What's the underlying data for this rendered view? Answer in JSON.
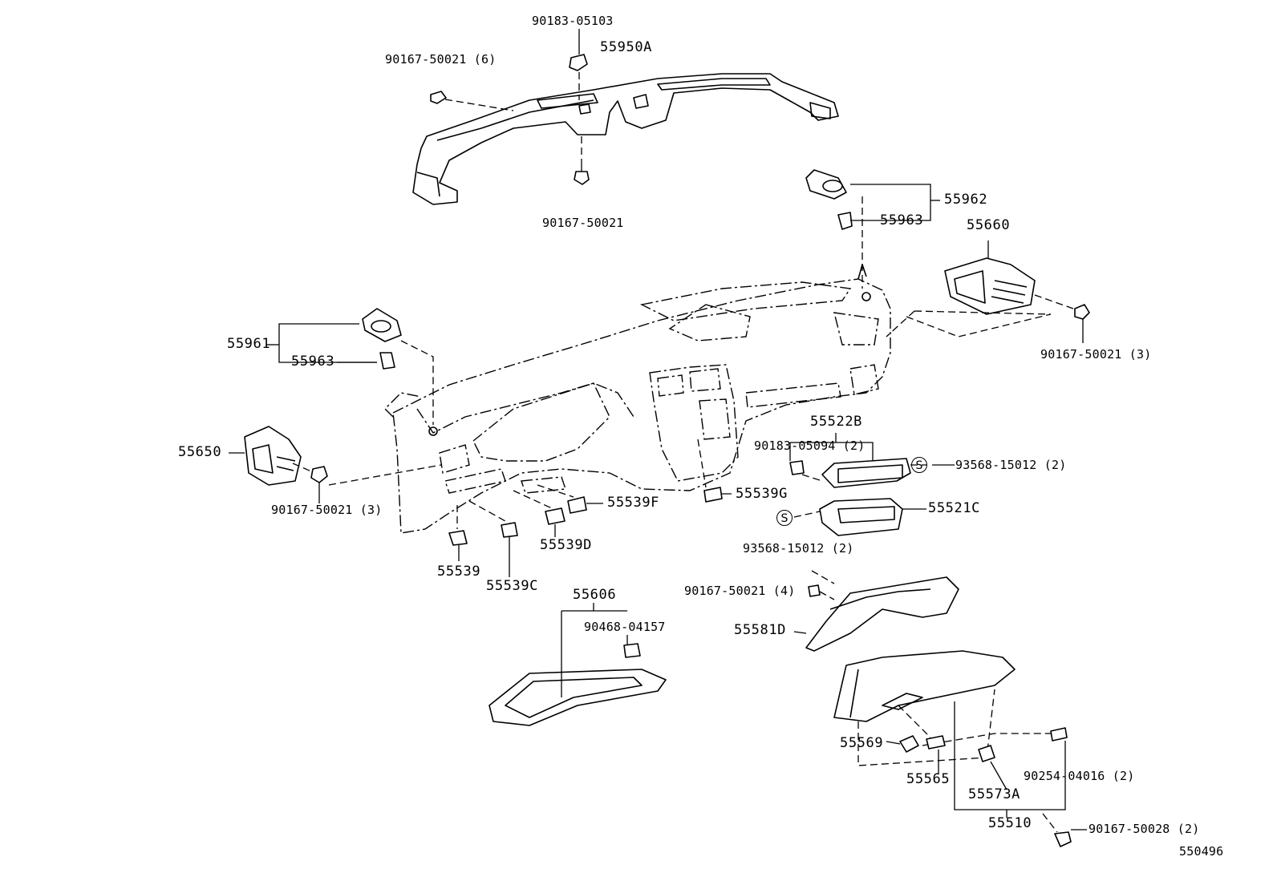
{
  "diagram_id": "550496",
  "labels": {
    "l_90183_05103": "90183-05103",
    "l_55950A": "55950A",
    "l_90167_50021_6": "90167-50021 (6)",
    "l_90167_50021_top": "90167-50021",
    "l_55962": "55962",
    "l_55963_right": "55963",
    "l_55660": "55660",
    "l_90167_50021_3_right": "90167-50021 (3)",
    "l_55961": "55961",
    "l_55963_left": "55963",
    "l_55650": "55650",
    "l_90167_50021_3_left": "90167-50021 (3)",
    "l_55522B": "55522B",
    "l_90183_05094_2": "90183-05094 (2)",
    "l_93568_15012_2_a": "93568-15012 (2)",
    "l_55521C": "55521C",
    "l_93568_15012_2_b": "93568-15012 (2)",
    "l_55539G": "55539G",
    "l_55539F": "55539F",
    "l_55539D": "55539D",
    "l_55539": "55539",
    "l_55539C": "55539C",
    "l_55606": "55606",
    "l_90468_04157": "90468-04157",
    "l_90167_50021_4": "90167-50021 (4)",
    "l_55581D": "55581D",
    "l_55569": "55569",
    "l_55565": "55565",
    "l_90254_04016_2": "90254-04016 (2)",
    "l_55573A": "55573A",
    "l_55510": "55510",
    "l_90167_50028_2": "90167-50028 (2)",
    "sym_s_a": "S",
    "sym_s_b": "S"
  }
}
